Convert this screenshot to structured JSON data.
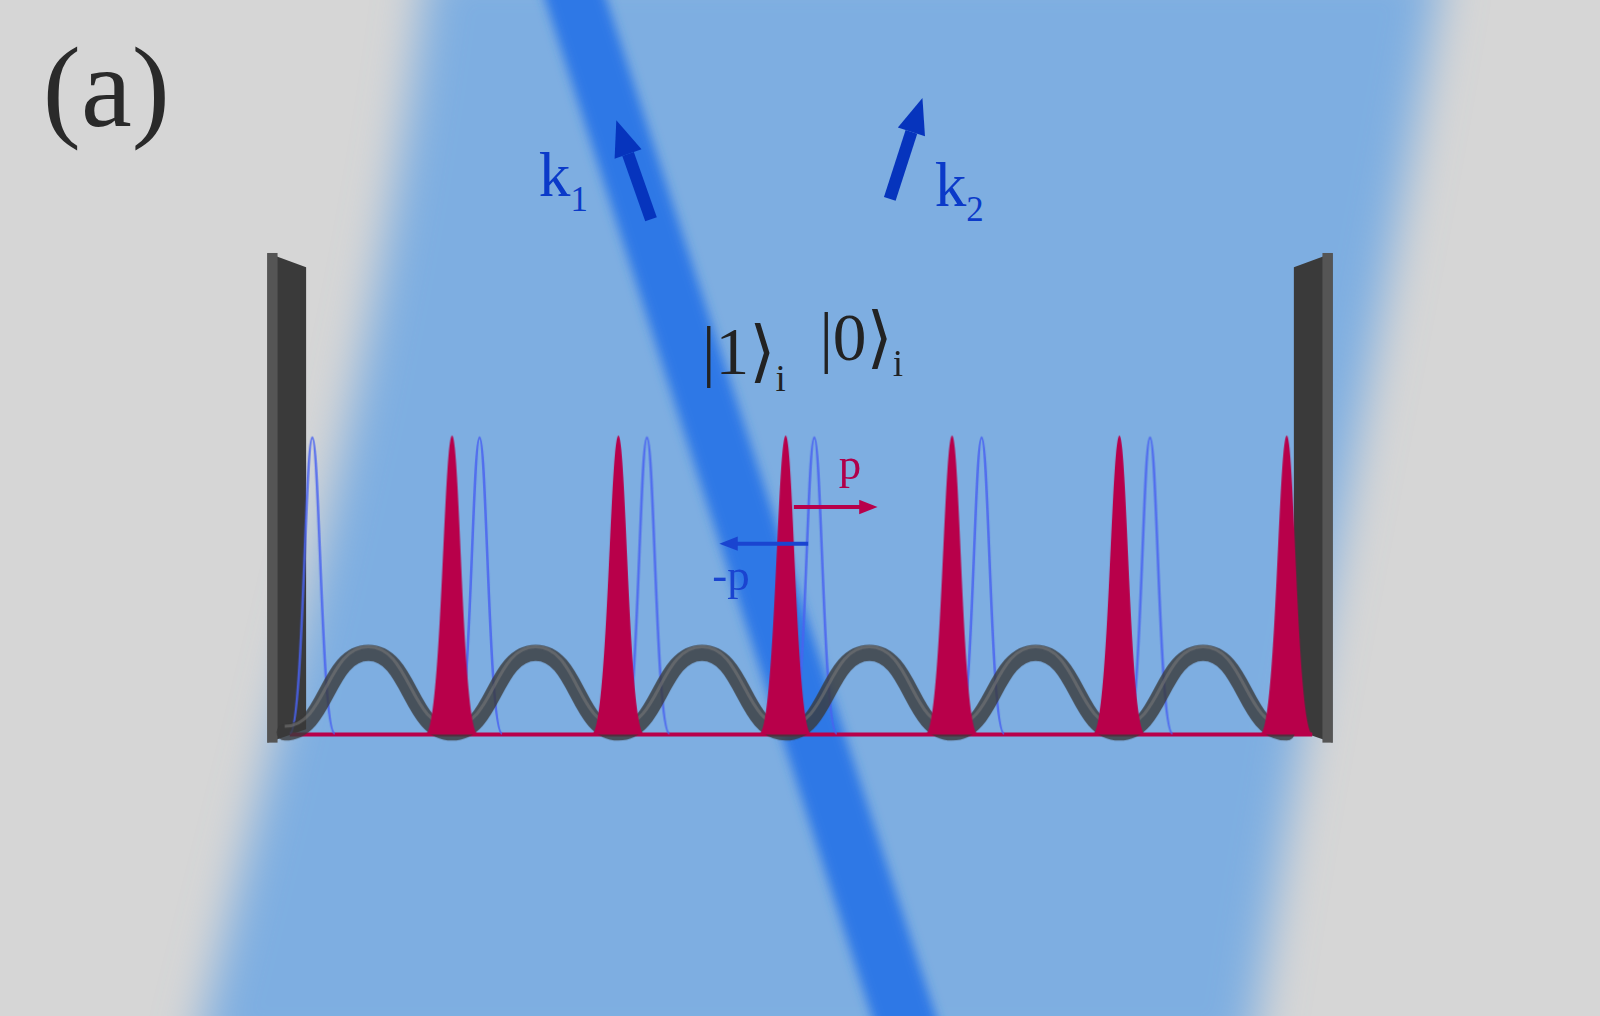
{
  "diagram": {
    "labels": [
      "(a)",
      "k1",
      "k2",
      "|1⟩i",
      "|0⟩i",
      "p",
      "-p"
    ]
  }
}
